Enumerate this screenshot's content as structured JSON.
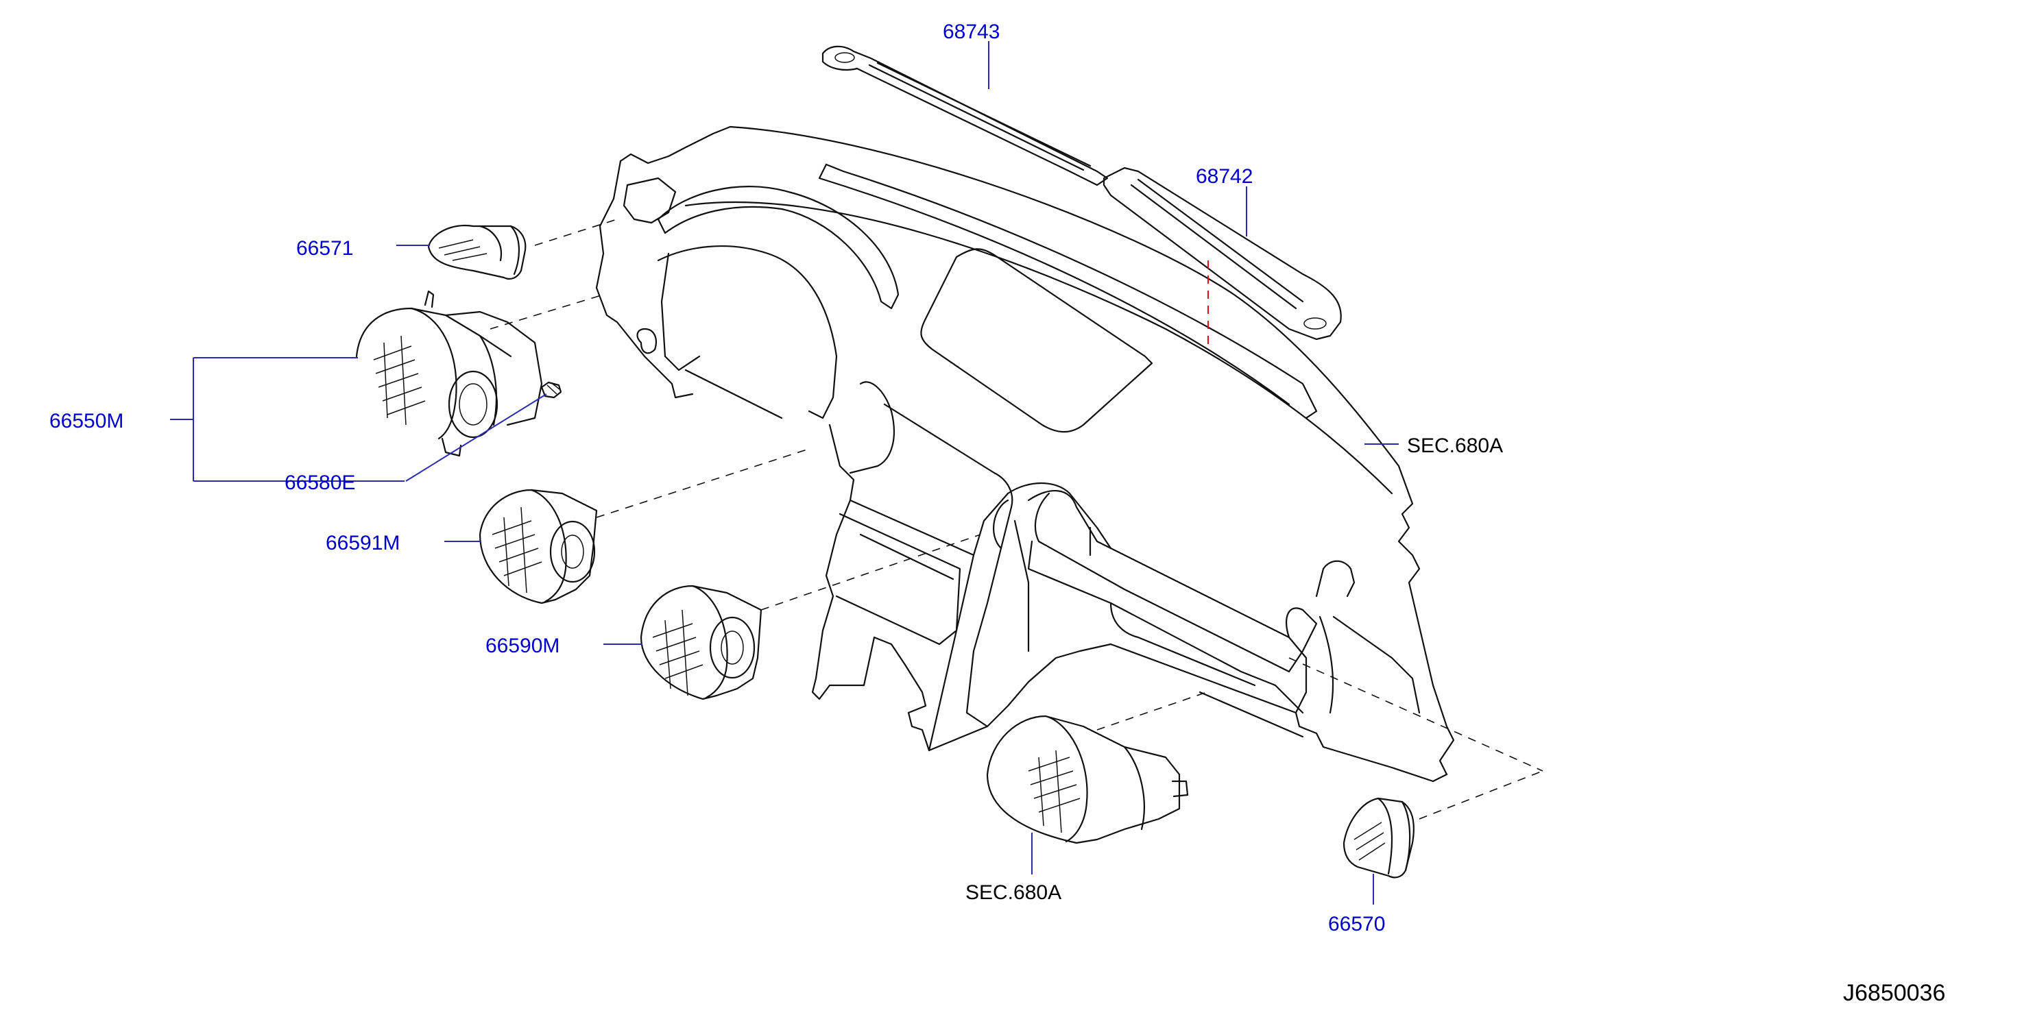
{
  "colors": {
    "part_number_text": "#0000cc",
    "reference_text": "#000000",
    "leader_line": "#2b2bb0",
    "hidden_reference_line": "#e01010"
  },
  "labels": {
    "p68743": "68743",
    "p68742": "68742",
    "p66571": "66571",
    "p66550M": "66550M",
    "p66580E": "66580E",
    "p66591M": "66591M",
    "p66590M": "66590M",
    "sec_right": "SEC.680A",
    "sec_bottom": "SEC.680A",
    "p66570": "66570"
  },
  "diagram_id": "J6850036"
}
